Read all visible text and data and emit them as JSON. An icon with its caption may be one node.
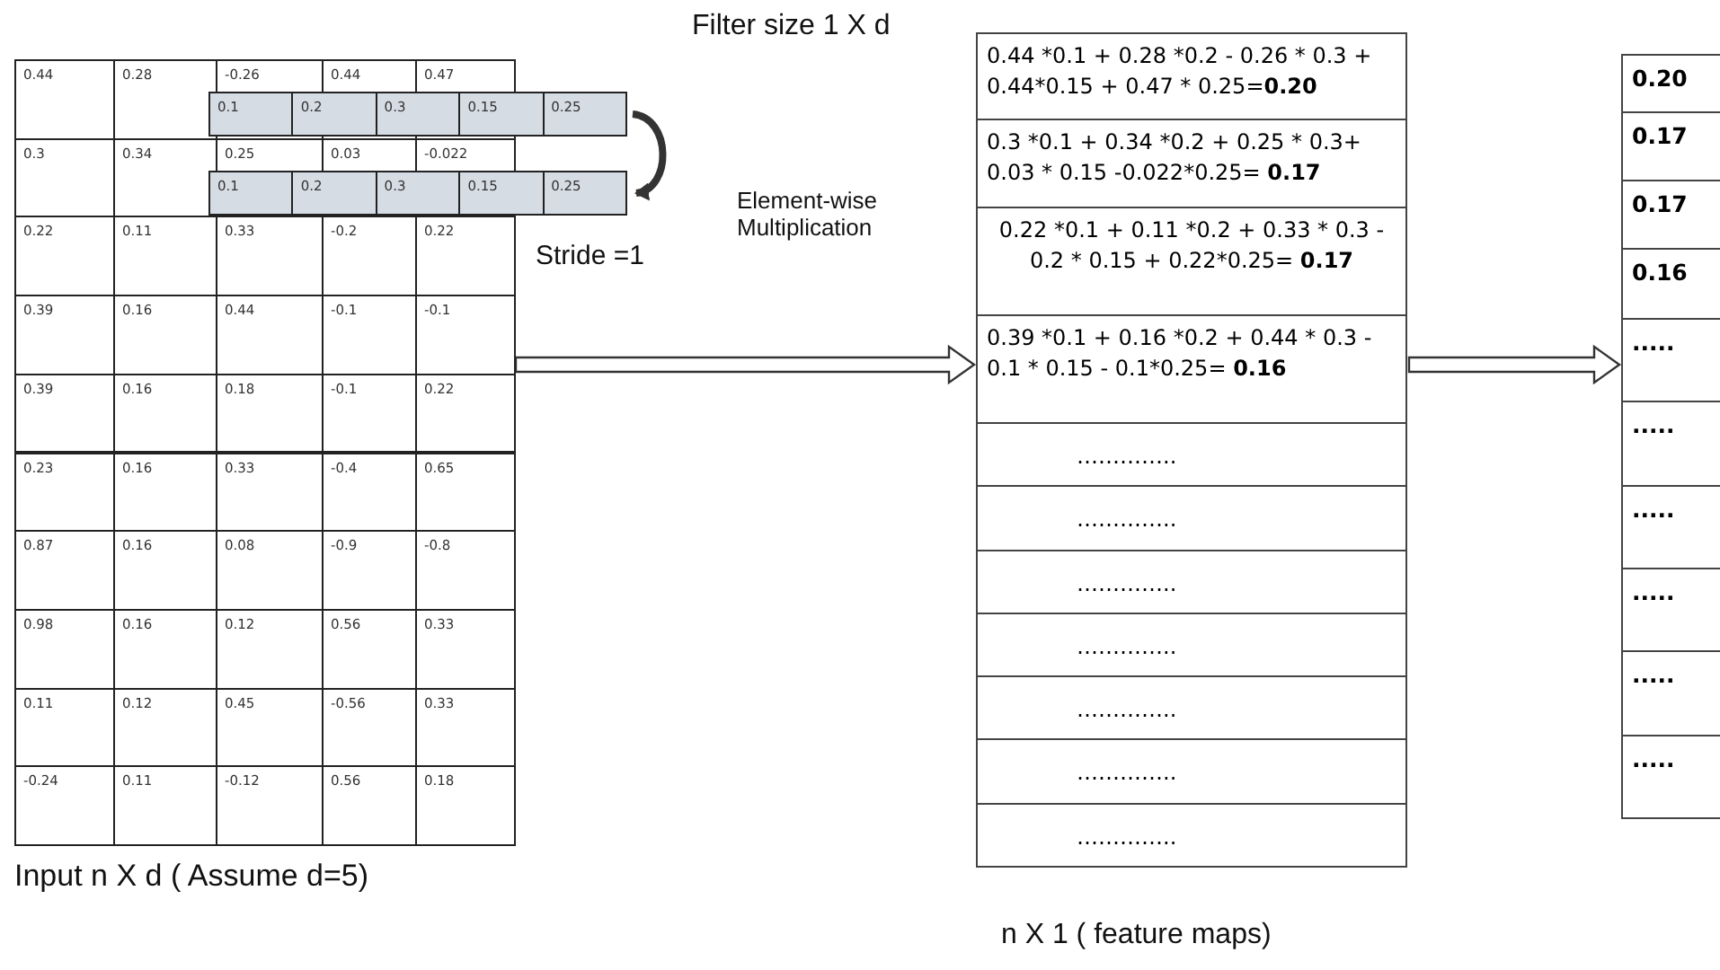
{
  "diagram": {
    "nodes": [
      {
        "text": [
          "0.44",
          "0.28",
          "-0.26",
          "0.44",
          "0.47",
          "0.3",
          "0.34",
          "0.25",
          "0.03",
          "-0.022",
          "0.22",
          "0.11",
          "0.33",
          "-0.2",
          "0.22",
          "0.39",
          "0.16",
          "0.44",
          "-0.1",
          "-0.1",
          "0.39",
          "0.16",
          "0.18",
          "-0.1",
          "0.22",
          "0.23",
          "0.16",
          "0.33",
          "-0.4",
          "0.65",
          "0.87",
          "0.16",
          "0.08",
          "-0.9",
          "-0.8",
          "0.98",
          "0.16",
          "0.12",
          "0.56",
          "0.33",
          "0.11",
          "0.12",
          "0.45",
          "-0.56",
          "0.33",
          "-0.24",
          "0.11",
          "-0.12",
          "0.56",
          "0.18"
        ],
        "beside": [
          "Input  n X d  ( Assume d=5)"
        ]
      },
      {
        "text": [
          "0.1",
          "0.2",
          "0.3",
          "0.15",
          "0.25"
        ]
      },
      {
        "text": [
          "0.1",
          "0.2",
          "0.3",
          "0.15",
          "0.25"
        ]
      },
      {
        "text": [
          "0.44 *0.1 + 0.28 *0.2 - 0.26 * 0.3 + 0.44*0.15 + 0.47 * 0.25=**0.20**",
          "0.3 *0.1 + 0.34 *0.2 + 0.25 * 0.3+ 0.03 * 0.15 -0.022*0.25= **0.17**",
          "0.22 *0.1 + 0.11 *0.2 + 0.33 * 0.3 - 0.2 * 0.15 + 0.22*0.25= **0.17**",
          "0.39 *0.1 + 0.16 *0.2 + 0.44 * 0.3 - 0.1 * 0.15 - 0.1*0.25= **0.16**",
          "…………..",
          "…………..",
          "…………..",
          "…………..",
          "…………..",
          "…………..",
          "………….."
        ],
        "beside": [
          "n X 1  ( feature maps)"
        ]
      },
      {
        "text": [
          "0.20",
          "0.17",
          "0.17",
          "0.16",
          ".....",
          ".....",
          ".....",
          ".....",
          ".....",
          "....."
        ]
      }
    ],
    "edges": [
      {
        "from": 1,
        "to": 2,
        "arrow": "to"
      },
      {
        "from": 0,
        "to": 3,
        "arrow": "to"
      },
      {
        "from": 3,
        "to": 4,
        "arrow": "to"
      }
    ],
    "labels": [
      "Filter size 1 X d",
      "Stride =1",
      "Element-wise Multiplication"
    ]
  }
}
